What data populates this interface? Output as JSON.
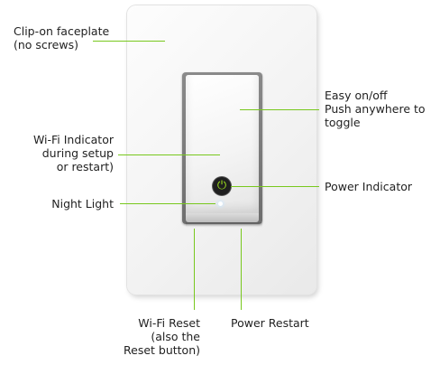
{
  "labels": {
    "faceplate": "Clip-on faceplate\n(no screws)",
    "easy_toggle": "Easy on/off\nPush anywhere to\ntoggle",
    "wifi_indicator": "Wi-Fi Indicator\nduring setup\nor restart)",
    "power_indicator": "Power Indicator",
    "night_light": "Night Light",
    "wifi_reset": "Wi-Fi Reset\n(also the\nReset button)",
    "power_restart": "Power Restart"
  },
  "icons": {
    "power": "power-icon"
  },
  "colors": {
    "leader_line": "#78c81e",
    "power_glyph": "#9ee21d",
    "text": "#222222"
  },
  "power_glyph": "⏻"
}
